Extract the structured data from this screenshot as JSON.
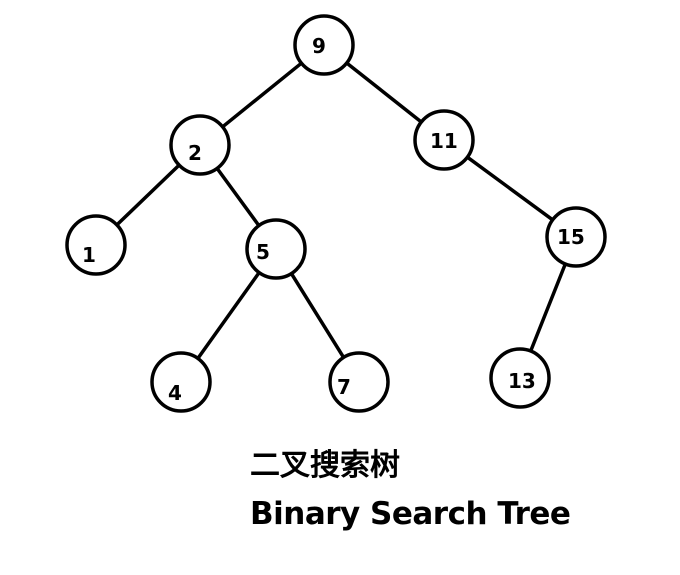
{
  "tree": {
    "nodes": [
      {
        "id": "n9",
        "label": "9",
        "value": 9
      },
      {
        "id": "n2",
        "label": "2",
        "value": 2
      },
      {
        "id": "n11",
        "label": "11",
        "value": 11
      },
      {
        "id": "n1",
        "label": "1",
        "value": 1
      },
      {
        "id": "n5",
        "label": "5",
        "value": 5
      },
      {
        "id": "n15",
        "label": "15",
        "value": 15
      },
      {
        "id": "n4",
        "label": "4",
        "value": 4
      },
      {
        "id": "n7",
        "label": "7",
        "value": 7
      },
      {
        "id": "n13",
        "label": "13",
        "value": 13
      }
    ],
    "edges": [
      {
        "from": "n9",
        "to": "n2"
      },
      {
        "from": "n9",
        "to": "n11"
      },
      {
        "from": "n2",
        "to": "n1"
      },
      {
        "from": "n2",
        "to": "n5"
      },
      {
        "from": "n11",
        "to": "n15"
      },
      {
        "from": "n5",
        "to": "n4"
      },
      {
        "from": "n5",
        "to": "n7"
      },
      {
        "from": "n15",
        "to": "n13"
      }
    ]
  },
  "caption": {
    "chinese": "二叉搜索树",
    "english": "Binary Search Tree"
  },
  "colors": {
    "stroke": "#000000",
    "background": "#ffffff",
    "text": "#000000"
  }
}
